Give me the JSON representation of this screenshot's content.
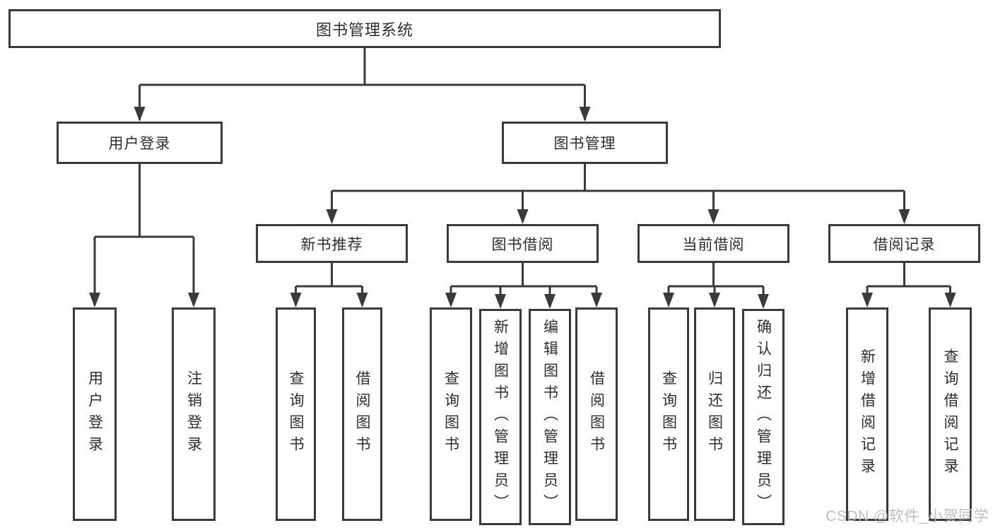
{
  "diagram": {
    "title_note": "functional structure tree",
    "root": {
      "label": "图书管理系统"
    },
    "branches": [
      {
        "label": "用户登录",
        "children": [
          {
            "label": "用户登录"
          },
          {
            "label": "注销登录"
          }
        ]
      },
      {
        "label": "图书管理",
        "children": [
          {
            "label": "新书推荐",
            "children": [
              {
                "label": "查询图书"
              },
              {
                "label": "借阅图书"
              }
            ]
          },
          {
            "label": "图书借阅",
            "children": [
              {
                "label": "查询图书"
              },
              {
                "label": "新增图书（管理员）"
              },
              {
                "label": "编辑图书（管理员）"
              },
              {
                "label": "借阅图书"
              }
            ]
          },
          {
            "label": "当前借阅",
            "children": [
              {
                "label": "查询图书"
              },
              {
                "label": "归还图书"
              },
              {
                "label": "确认归还（管理员）"
              }
            ]
          },
          {
            "label": "借阅记录",
            "children": [
              {
                "label": "新增借阅记录"
              },
              {
                "label": "查询借阅记录"
              }
            ]
          }
        ]
      }
    ]
  },
  "watermark": {
    "text": "CSDN @软件_小贺同学"
  },
  "colors": {
    "line": "#3a3a3a",
    "text": "#2d2d2d",
    "watermark": "#b9b9b9",
    "background": "#ffffff"
  }
}
